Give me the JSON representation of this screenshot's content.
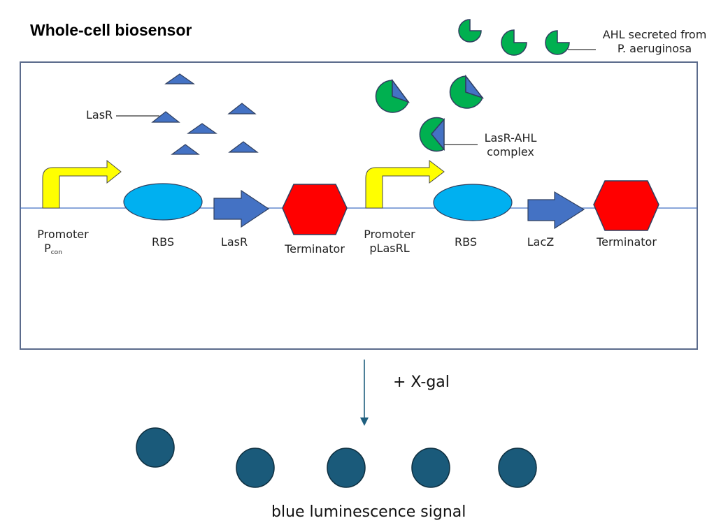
{
  "title": "Whole-cell biosensor",
  "colors": {
    "cell_border": "#5b6b8c",
    "dna_line": "#4472c4",
    "promoter": "#ffff00",
    "rbs": "#00b0f0",
    "cds": "#4472c4",
    "terminator": "#ff0000",
    "ahl": "#00b050",
    "lasr": "#4472c4",
    "outline": "#2f3f5f",
    "signal": "#1a5a7a",
    "arrow": "#1f5f7f"
  },
  "annotations": {
    "ahl_label_line1": "AHL secreted from",
    "ahl_label_line2": "P. aeruginosa",
    "lasr_label": "LasR",
    "complex_label_line1": "LasR-AHL",
    "complex_label_line2": "complex"
  },
  "circuit1": {
    "promoter_label": "Promoter",
    "promoter_name": "P",
    "promoter_subscript": "con",
    "rbs_label": "RBS",
    "cds_label": "LasR",
    "terminator_label": "Terminator"
  },
  "circuit2": {
    "promoter_label": "Promoter",
    "promoter_name": "pLasRL",
    "rbs_label": "RBS",
    "cds_label": "LacZ",
    "terminator_label": "Terminator"
  },
  "reaction": {
    "reagent_label": "+ X-gal",
    "output_label": "blue luminescence signal",
    "signal_count": 5
  },
  "molecules": {
    "free_ahl_count": 3,
    "free_lasr_count": 6,
    "complex_count": 3
  }
}
